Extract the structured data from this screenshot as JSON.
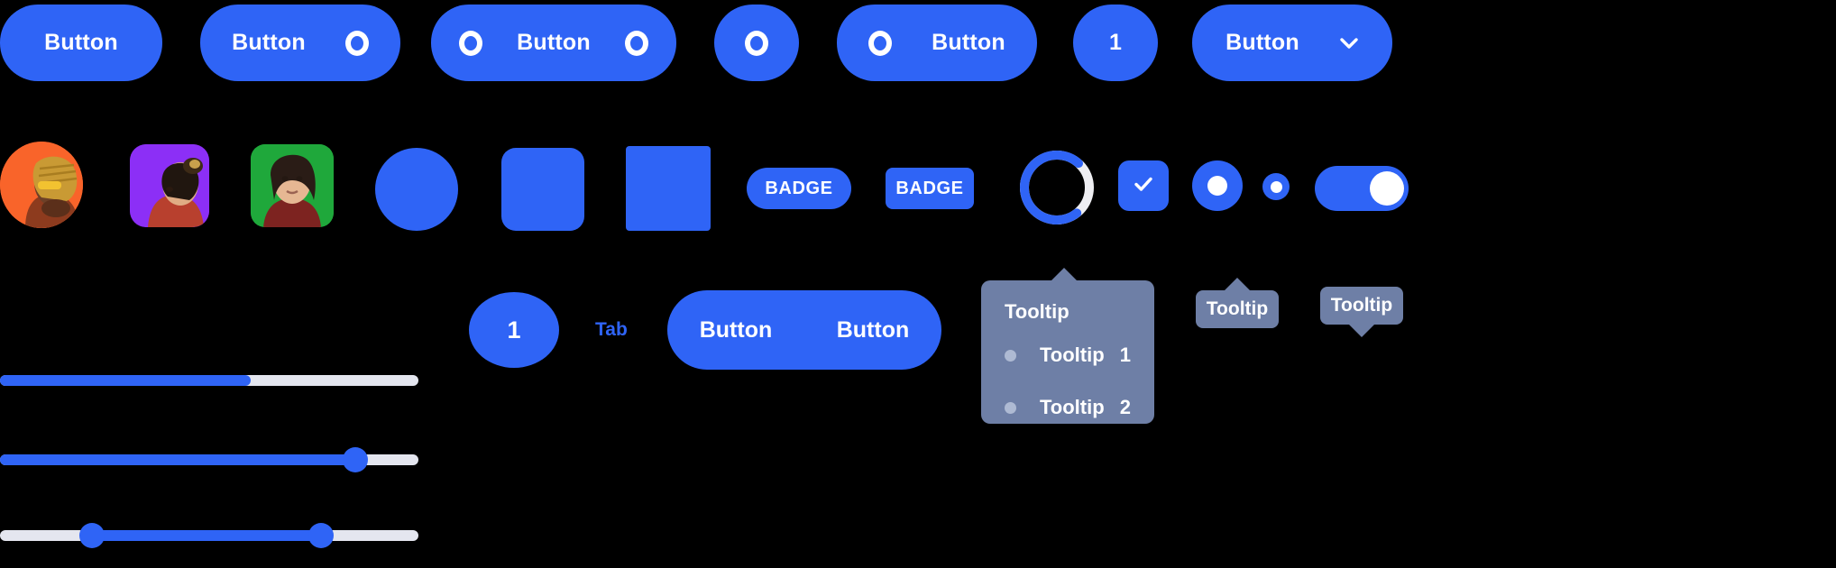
{
  "theme": {
    "background": "#000000",
    "accent": "#2f64f6",
    "on_accent": "#ffffff",
    "track": "#e4e6ef",
    "tooltip_bg": "#6e7fa6",
    "tooltip_dot": "#aebad3"
  },
  "row_buttons": {
    "items": [
      {
        "label": "Button",
        "icon_left": null,
        "icon_right": null
      },
      {
        "label": "Button",
        "icon_left": null,
        "icon_right": "ring-icon"
      },
      {
        "label": "Button",
        "icon_left": "ring-icon",
        "icon_right": "ring-icon"
      },
      {
        "label": "",
        "icon_left": "ring-icon",
        "icon_right": null
      },
      {
        "label": "Button",
        "icon_left": "ring-icon",
        "icon_right": null
      },
      {
        "label": "1",
        "icon_left": null,
        "icon_right": null
      },
      {
        "label": "Button",
        "icon_left": null,
        "icon_right": "chevron-down-icon"
      }
    ]
  },
  "row_media": {
    "avatars": [
      {
        "name": "avatar-circle",
        "bg": "#f9642a",
        "shape": "circle"
      },
      {
        "name": "avatar-rounded-purple",
        "bg": "#8c2ff6",
        "shape": "rounded"
      },
      {
        "name": "avatar-rounded-green",
        "bg": "#1fa83b",
        "shape": "rounded"
      }
    ],
    "placeholders": [
      {
        "name": "placeholder-circle",
        "shape": "circle"
      },
      {
        "name": "placeholder-rounded",
        "shape": "rounded"
      },
      {
        "name": "placeholder-square",
        "shape": "square"
      }
    ],
    "badges": [
      {
        "label": "BADGE",
        "radius": "pill"
      },
      {
        "label": "BADGE",
        "radius": "rounded"
      }
    ],
    "progress_ring": {
      "value": 72,
      "track_color": "#eeeef2",
      "arc_color": "#2f64f6"
    },
    "controls": [
      {
        "name": "checkbox-checked",
        "type": "checkbox",
        "checked": true,
        "glyph": "check-icon"
      },
      {
        "name": "radio-large-selected",
        "type": "radio",
        "selected": true
      },
      {
        "name": "radio-small-selected",
        "type": "radio",
        "selected": true
      },
      {
        "name": "toggle-switch-on",
        "type": "switch",
        "on": true
      }
    ]
  },
  "row_controls": {
    "sliders": [
      {
        "name": "progress-bar",
        "value": 60,
        "thumbs": []
      },
      {
        "name": "single-slider",
        "value": 85,
        "thumbs": [
          85
        ]
      },
      {
        "name": "range-slider",
        "value": 57,
        "thumbs": [
          21,
          77
        ]
      }
    ],
    "counter_badge": "1",
    "tab_label": "Tab",
    "button_group": [
      "Button",
      "Button"
    ]
  },
  "tooltips": {
    "panel": {
      "title": "Tooltip",
      "arrow": "top",
      "rows": [
        {
          "name": "Tooltip",
          "value": "1"
        },
        {
          "name": "Tooltip",
          "value": "2"
        }
      ]
    },
    "small": [
      {
        "label": "Tooltip",
        "arrow": "top"
      },
      {
        "label": "Tooltip",
        "arrow": "bottom"
      }
    ]
  }
}
